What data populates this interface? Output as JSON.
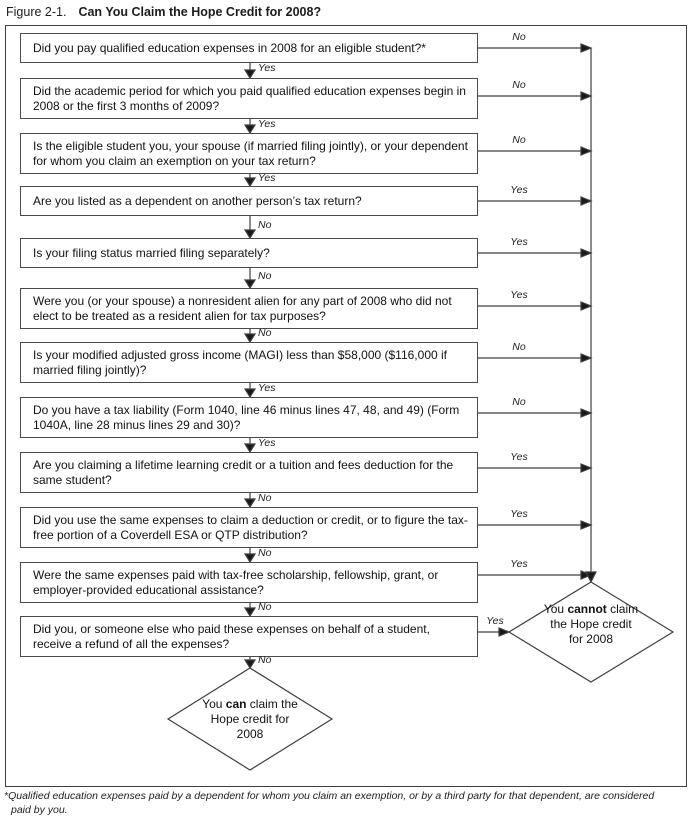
{
  "title": {
    "prefix": "Figure 2-1.",
    "text": "Can You Claim the Hope Credit for 2008?"
  },
  "flow": {
    "steps": [
      {
        "text": "Did you pay qualified education expenses in 2008 for an eligible student?*",
        "right_label": "No",
        "down_label": "Yes"
      },
      {
        "text": "Did the academic period for which you paid qualified education expenses begin in 2008 or the first 3 months of 2009?",
        "right_label": "No",
        "down_label": "Yes"
      },
      {
        "text": "Is the eligible student you, your spouse (if married filing jointly), or your dependent for whom you claim an exemption on your tax return?",
        "right_label": "No",
        "down_label": "Yes"
      },
      {
        "text": "Are you listed as a dependent on another person’s tax return?",
        "right_label": "Yes",
        "down_label": "No"
      },
      {
        "text": "Is your filing status married filing separately?",
        "right_label": "Yes",
        "down_label": "No"
      },
      {
        "text": "Were you (or your spouse) a nonresident alien for any part of 2008 who did not elect to be treated as a resident alien for tax purposes?",
        "right_label": "Yes",
        "down_label": "No"
      },
      {
        "text": "Is your modified adjusted gross income (MAGI) less than $58,000 ($116,000 if married filing jointly)?",
        "right_label": "No",
        "down_label": "Yes"
      },
      {
        "text": "Do you have a tax liability (Form 1040, line 46 minus lines 47, 48, and 49) (Form 1040A, line 28 minus lines 29 and 30)?",
        "right_label": "No",
        "down_label": "Yes"
      },
      {
        "text": "Are you claiming a lifetime learning credit or a tuition and fees deduction for the same student?",
        "right_label": "Yes",
        "down_label": "No"
      },
      {
        "text": "Did you use the same expenses to claim a deduction or credit, or to figure the tax-free portion of a Coverdell ESA or QTP distribution?",
        "right_label": "Yes",
        "down_label": "No"
      },
      {
        "text": "Were the same expenses paid with tax-free scholarship, fellowship, grant, or employer-provided educational assistance?",
        "right_label": "Yes",
        "down_label": "No"
      },
      {
        "text": "Did you, or someone else who paid these expenses on behalf of a student, receive a refund of all the expenses?",
        "right_label": "Yes",
        "down_label": "No"
      }
    ],
    "outcome_cannot": {
      "pre": "You ",
      "bold": "cannot",
      "post": " claim the Hope credit for 2008"
    },
    "outcome_can": {
      "pre": "You ",
      "bold": "can",
      "post": " claim the Hope credit for 2008"
    }
  },
  "footnote": {
    "line1": "*Qualified education expenses paid by a dependent for whom you claim an exemption, or by a third party for that dependent, are considered",
    "line2": "paid by you."
  }
}
